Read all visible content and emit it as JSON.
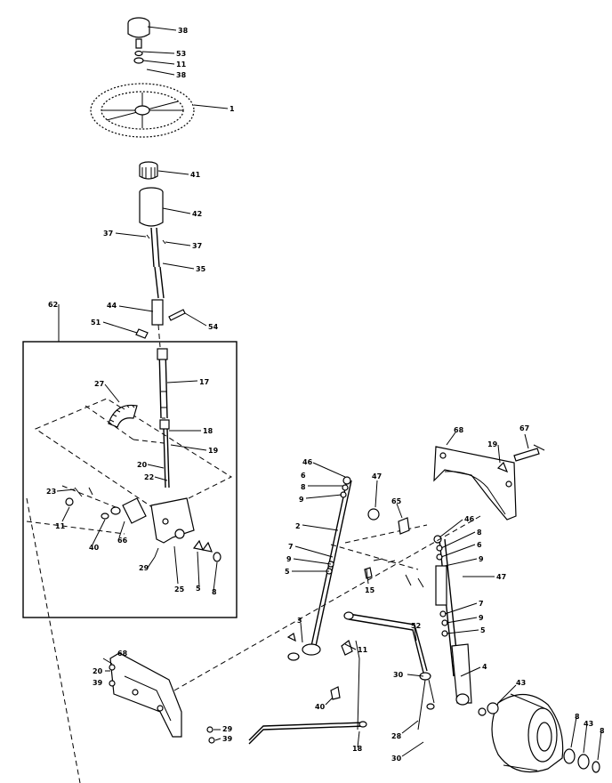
{
  "diagram": {
    "labels": [
      {
        "id": "l_38a",
        "text": "38"
      },
      {
        "id": "l_53",
        "text": "53"
      },
      {
        "id": "l_11a",
        "text": "11"
      },
      {
        "id": "l_38b",
        "text": "38"
      },
      {
        "id": "l_1",
        "text": "1"
      },
      {
        "id": "l_41",
        "text": "41"
      },
      {
        "id": "l_42",
        "text": "42"
      },
      {
        "id": "l_37a",
        "text": "37"
      },
      {
        "id": "l_37b",
        "text": "37"
      },
      {
        "id": "l_35",
        "text": "35"
      },
      {
        "id": "l_62",
        "text": "62"
      },
      {
        "id": "l_44",
        "text": "44"
      },
      {
        "id": "l_51",
        "text": "51"
      },
      {
        "id": "l_54",
        "text": "54"
      },
      {
        "id": "l_27",
        "text": "27"
      },
      {
        "id": "l_17",
        "text": "17"
      },
      {
        "id": "l_18a",
        "text": "18"
      },
      {
        "id": "l_19a",
        "text": "19"
      },
      {
        "id": "l_20a",
        "text": "20"
      },
      {
        "id": "l_22",
        "text": "22"
      },
      {
        "id": "l_23",
        "text": "23"
      },
      {
        "id": "l_11b",
        "text": "11"
      },
      {
        "id": "l_40a",
        "text": "40"
      },
      {
        "id": "l_66",
        "text": "66"
      },
      {
        "id": "l_29a",
        "text": "29"
      },
      {
        "id": "l_25",
        "text": "25"
      },
      {
        "id": "l_5a",
        "text": "5"
      },
      {
        "id": "l_8a",
        "text": "8"
      },
      {
        "id": "l_46a",
        "text": "46"
      },
      {
        "id": "l_6a",
        "text": "6"
      },
      {
        "id": "l_8b",
        "text": "8"
      },
      {
        "id": "l_9a",
        "text": "9"
      },
      {
        "id": "l_2",
        "text": "2"
      },
      {
        "id": "l_7a",
        "text": "7"
      },
      {
        "id": "l_9b",
        "text": "9"
      },
      {
        "id": "l_5b",
        "text": "5"
      },
      {
        "id": "l_47a",
        "text": "47"
      },
      {
        "id": "l_65",
        "text": "65"
      },
      {
        "id": "l_68a",
        "text": "68"
      },
      {
        "id": "l_19b",
        "text": "19"
      },
      {
        "id": "l_67",
        "text": "67"
      },
      {
        "id": "l_46b",
        "text": "46"
      },
      {
        "id": "l_8c",
        "text": "8"
      },
      {
        "id": "l_6b",
        "text": "6"
      },
      {
        "id": "l_9c",
        "text": "9"
      },
      {
        "id": "l_47b",
        "text": "47"
      },
      {
        "id": "l_15",
        "text": "15"
      },
      {
        "id": "l_7b",
        "text": "7"
      },
      {
        "id": "l_9d",
        "text": "9"
      },
      {
        "id": "l_5c",
        "text": "5"
      },
      {
        "id": "l_3",
        "text": "3"
      },
      {
        "id": "l_52",
        "text": "52"
      },
      {
        "id": "l_11c",
        "text": "11"
      },
      {
        "id": "l_4",
        "text": "4"
      },
      {
        "id": "l_30a",
        "text": "30"
      },
      {
        "id": "l_68b",
        "text": "68"
      },
      {
        "id": "l_20b",
        "text": "20"
      },
      {
        "id": "l_39a",
        "text": "39"
      },
      {
        "id": "l_40b",
        "text": "40"
      },
      {
        "id": "l_43a",
        "text": "43"
      },
      {
        "id": "l_29b",
        "text": "29"
      },
      {
        "id": "l_39b",
        "text": "39"
      },
      {
        "id": "l_18b",
        "text": "18"
      },
      {
        "id": "l_28",
        "text": "28"
      },
      {
        "id": "l_30b",
        "text": "30"
      },
      {
        "id": "l_8d",
        "text": "8"
      },
      {
        "id": "l_43b",
        "text": "43"
      },
      {
        "id": "l_8e",
        "text": "8"
      }
    ]
  }
}
